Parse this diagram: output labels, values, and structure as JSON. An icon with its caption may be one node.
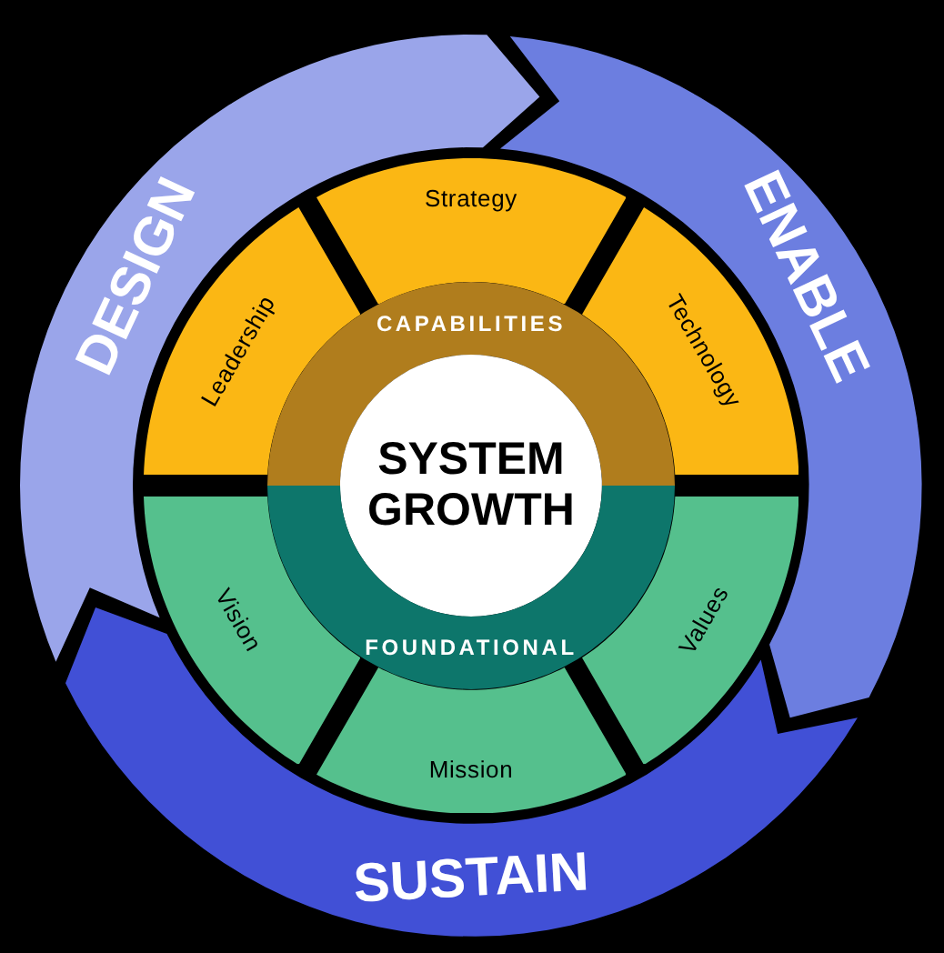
{
  "diagram": {
    "nodes": [
      {
        "text": [
          "DESIGN"
        ]
      },
      {
        "text": [
          "ENABLE"
        ]
      },
      {
        "text": [
          "SUSTAIN"
        ]
      },
      {
        "text": [
          "Leadership"
        ]
      },
      {
        "text": [
          "Strategy"
        ]
      },
      {
        "text": [
          "Technology"
        ]
      },
      {
        "text": [
          "CAPABILITIES"
        ]
      },
      {
        "text": [
          "SYSTEM GROWTH"
        ]
      },
      {
        "text": [
          "Vision"
        ]
      },
      {
        "text": [
          "FOUNDATIONAL"
        ]
      },
      {
        "text": [
          "Values"
        ]
      },
      {
        "text": [
          "Mission"
        ]
      }
    ]
  }
}
